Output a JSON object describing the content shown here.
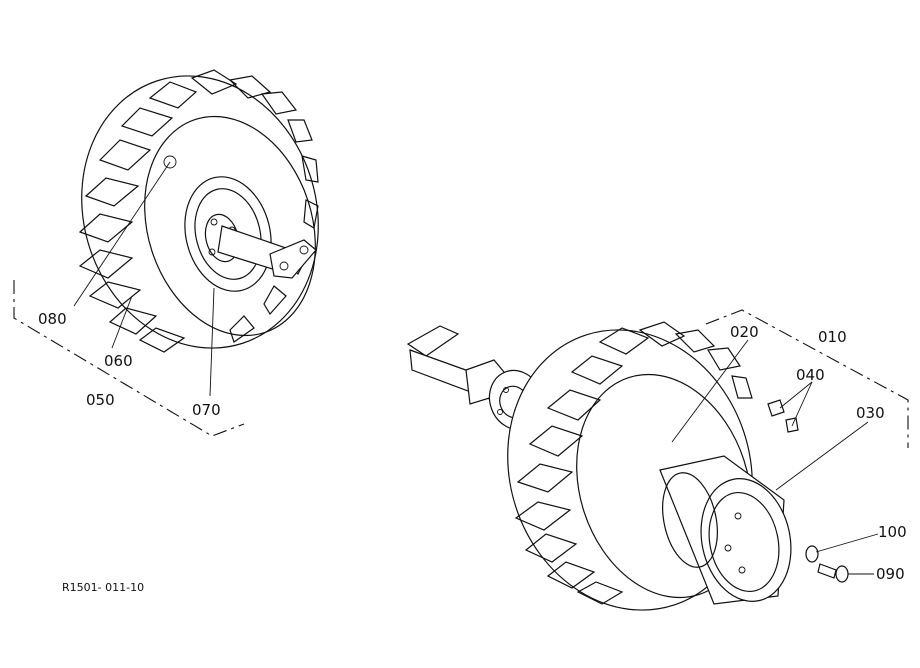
{
  "labels": {
    "p010": "010",
    "p020": "020",
    "p030": "030",
    "p040": "040",
    "p050": "050",
    "p060": "060",
    "p070": "070",
    "p080": "080",
    "p090": "090",
    "p100": "100"
  },
  "caption": "R1501- 011-10",
  "colors": {
    "line": "#111111",
    "background": "#ffffff"
  }
}
